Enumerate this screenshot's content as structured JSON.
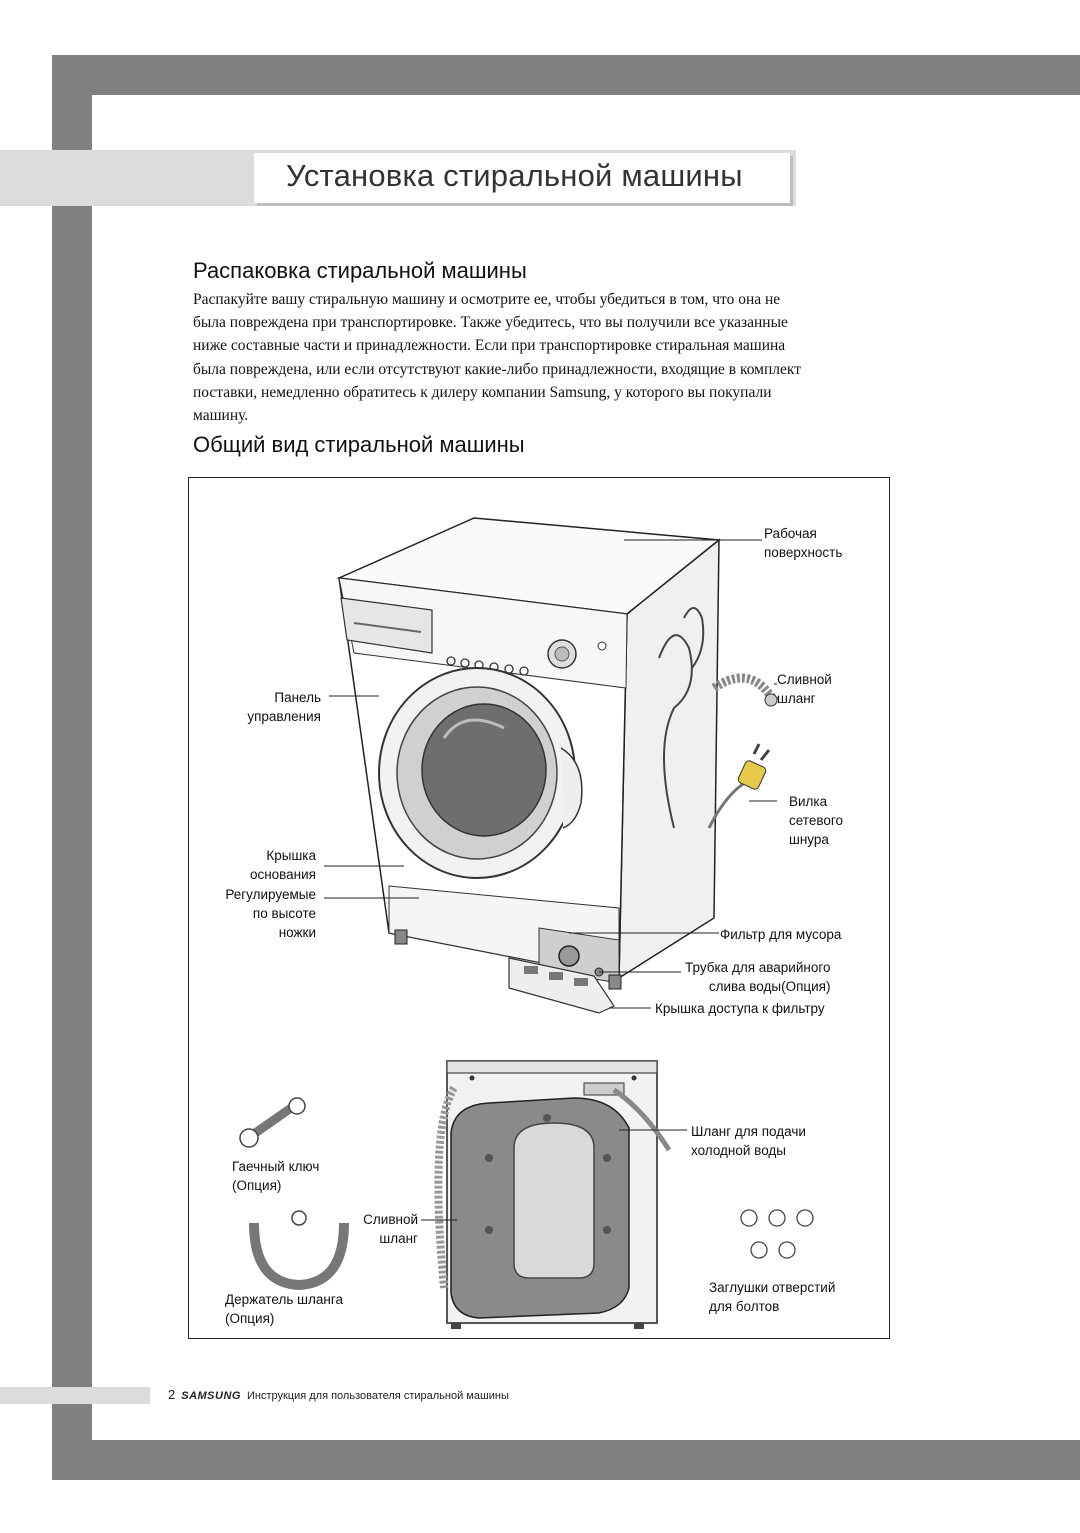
{
  "page_title": "Установка стиральной машины",
  "unpack": {
    "heading": "Распаковка стиральной машины",
    "lines": [
      "Распакуйте вашу стиральную машину и осмотрите ее, чтобы убедиться в том, что она не",
      "была повреждена при транспортировке. Также убедитесь, что вы получили все указанные",
      "ниже составные части и принадлежности. Если при транспортировке стиральная машина",
      "была повреждена, или если отсутствуют какие-либо принадлежности, входящие в комплект",
      "поставки, немедленно обратитесь к дилеру компании Samsung, у которого вы покупали",
      "машину."
    ]
  },
  "overview": {
    "heading": "Общий вид стиральной машины",
    "labels": {
      "worktop": [
        "Рабочая",
        "поверхность"
      ],
      "control_panel": [
        "Панель",
        "управления"
      ],
      "drain_hose": [
        "Сливной",
        "шланг"
      ],
      "power_plug": [
        "Вилка",
        "сетевого",
        "шнура"
      ],
      "base_cover": [
        "Крышка",
        "основания"
      ],
      "adjustable_feet": [
        "Регулируемые",
        "по высоте",
        "ножки"
      ],
      "debris_filter": "Фильтр для мусора",
      "emergency_drain": [
        "Трубка для аварийного",
        "слива воды(Опция)"
      ],
      "filter_cover": "Крышка доступа к фильтру",
      "cold_water_hose": [
        "Шланг для подачи",
        "холодной воды"
      ],
      "wrench": [
        "Гаечный ключ",
        "(Опция)"
      ],
      "drain_hose_rear": [
        "Сливной",
        "шланг"
      ],
      "hose_holder": [
        "Держатель шланга",
        "(Опция)"
      ],
      "bolt_caps": [
        "Заглушки отверстий",
        "для болтов"
      ]
    }
  },
  "footer": {
    "page_number": "2",
    "brand": "SAMSUNG",
    "text": "Инструкция для пользователя стиральной машины"
  }
}
